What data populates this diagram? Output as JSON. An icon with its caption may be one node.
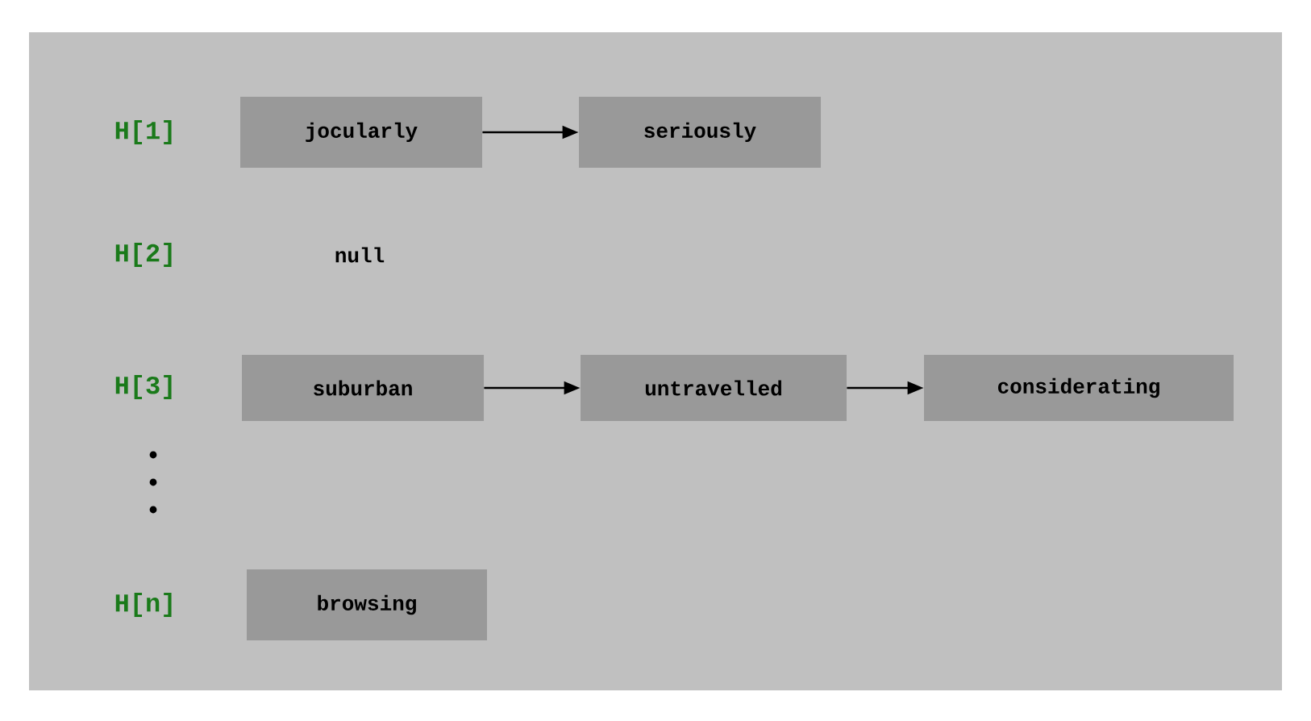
{
  "diagram": {
    "nodes": [
      {
        "text": [
          "jocularly"
        ]
      },
      {
        "text": [
          "seriously"
        ]
      },
      {
        "text": [
          "suburban"
        ]
      },
      {
        "text": [
          "untravelled"
        ]
      },
      {
        "text": [
          "considerating"
        ]
      },
      {
        "text": [
          "browsing"
        ]
      }
    ],
    "edges": [
      {
        "from": 0,
        "to": 1,
        "arrow": "to"
      },
      {
        "from": 2,
        "to": 3,
        "arrow": "to"
      },
      {
        "from": 3,
        "to": 4,
        "arrow": "to"
      }
    ],
    "labels": [
      "H[1]",
      "H[2]",
      "null",
      "H[3]",
      "H[n]"
    ]
  }
}
